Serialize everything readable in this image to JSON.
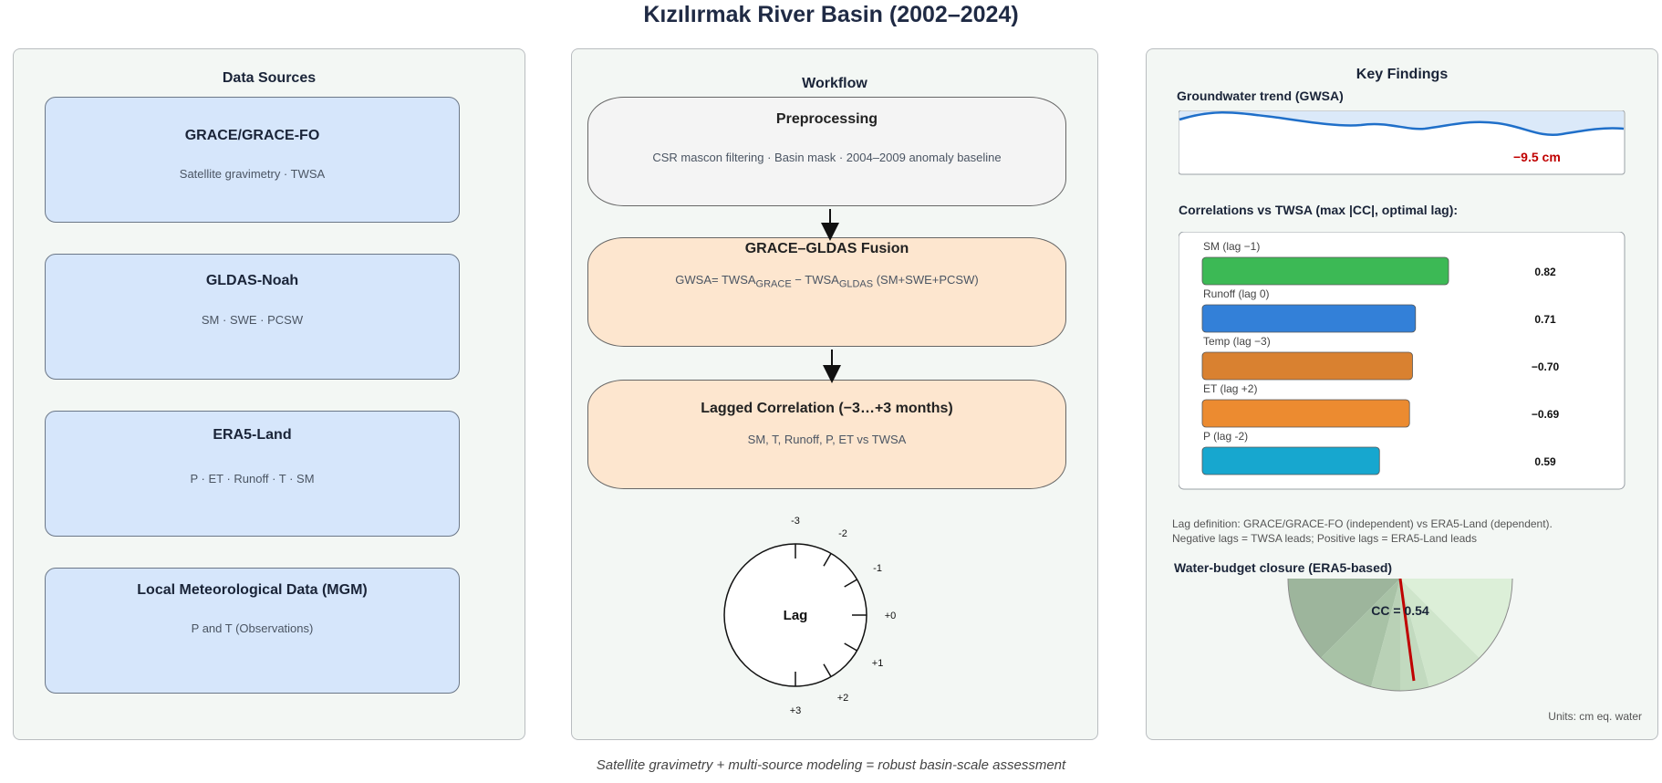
{
  "title": "Kızılırmak River Basin (2002–2024)",
  "footer": "Satellite gravimetry + multi-source modeling = robust basin-scale assessment",
  "data_sources": {
    "title": "Data Sources",
    "items": [
      {
        "title": "GRACE/GRACE-FO",
        "sub": "Satellite gravimetry · TWSA"
      },
      {
        "title": "GLDAS-Noah",
        "sub": "SM · SWE · PCSW"
      },
      {
        "title": "ERA5-Land",
        "sub": "P · ET · Runoff · T · SM"
      },
      {
        "title": "Local Meteorological Data (MGM)",
        "sub": "P and T (Observations)"
      }
    ],
    "box_color": "#d6e6fb"
  },
  "workflow": {
    "title": "Workflow",
    "preprocessing": {
      "title": "Preprocessing",
      "sub": "CSR mascon filtering · Basin mask · 2004–2009 anomaly baseline"
    },
    "fusion": {
      "title": "GRACE–GLDAS Fusion",
      "formula_lhs": "GWSA= TWSA",
      "formula_sub1": "GRACE",
      "formula_minus": " − TWSA",
      "formula_sub2": "GLDAS",
      "formula_rhs": " (SM+SWE+PCSW)"
    },
    "lagged": {
      "title": "Lagged Correlation (−3…+3 months)",
      "sub": "SM, T, Runoff, P, ET  vs  TWSA"
    },
    "dial": {
      "center_label": "Lag",
      "ticks": [
        "-3",
        "-2",
        "-1",
        "+0",
        "+1",
        "+2",
        "+3"
      ]
    }
  },
  "findings": {
    "title": "Key Findings",
    "trend_title": "Groundwater trend (GWSA)",
    "trend_value": "−9.5 cm",
    "corr_title": "Correlations vs TWSA (max |CC|, optimal lag):",
    "lag_note_1": "Lag definition: GRACE/GRACE-FO (independent) vs ERA5-Land (dependent).",
    "lag_note_2": "Negative lags = TWSA leads; Positive lags = ERA5-Land leads",
    "budget_title": "Water-budget closure (ERA5-based)",
    "gauge_label": "CC = 0.54",
    "gauge_value": 0.54,
    "units": "Units: cm eq. water"
  },
  "chart_data": {
    "type": "bar",
    "categories": [
      "SM (lag −1)",
      "Runoff (lag 0)",
      "Temp (lag −3)",
      "ET (lag +2)",
      "P (lag -2)"
    ],
    "values": [
      0.82,
      0.71,
      -0.7,
      -0.69,
      0.59
    ],
    "value_labels": [
      "0.82",
      "0.71",
      "−0.70",
      "−0.69",
      "0.59"
    ],
    "colors": [
      "#3cb955",
      "#3380d8",
      "#d98130",
      "#ec8b30",
      "#17a7cf"
    ]
  }
}
